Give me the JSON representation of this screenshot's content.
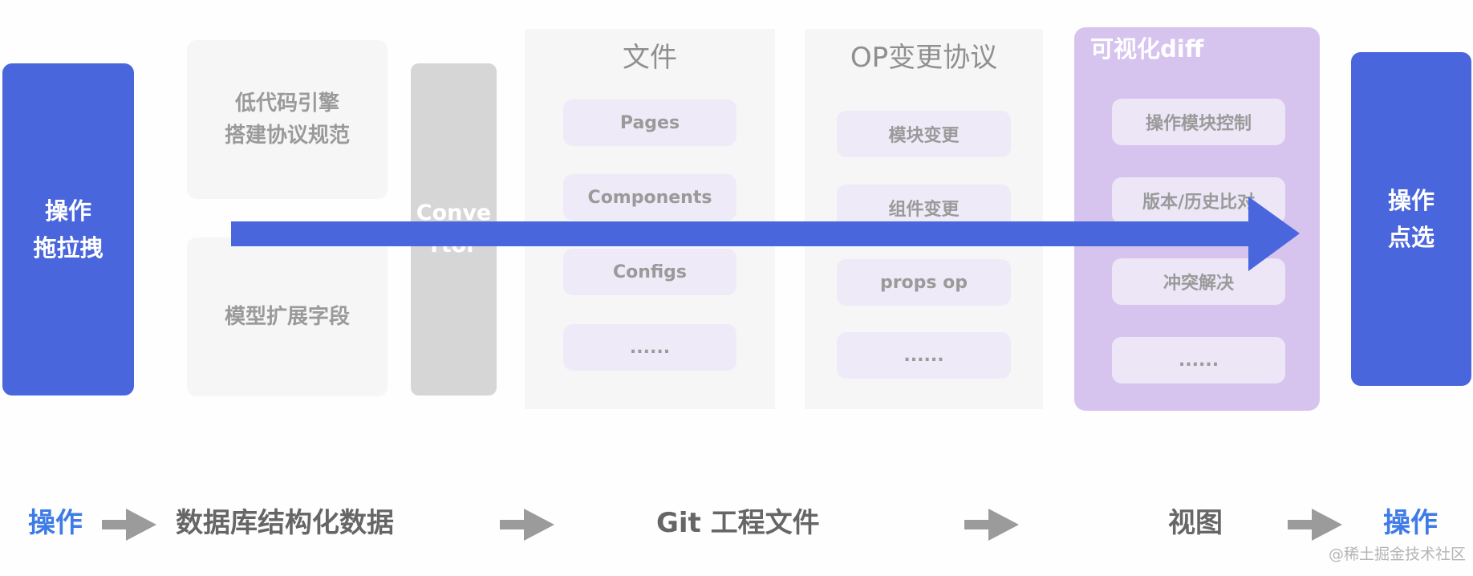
{
  "left_box": {
    "lines": [
      "操作",
      "拖拉拽"
    ]
  },
  "engine_card": {
    "lines": [
      "低代码引擎",
      "搭建协议规范"
    ]
  },
  "model_card": {
    "lines": [
      "模型扩展字段"
    ]
  },
  "converter": {
    "lines": [
      "Conve",
      "rtor"
    ]
  },
  "files_column": {
    "title": "文件",
    "items": [
      "Pages",
      "Components",
      "Configs",
      "......"
    ]
  },
  "op_column": {
    "title": "OP变更协议",
    "items": [
      "模块变更",
      "组件变更",
      "props op",
      "......"
    ]
  },
  "visual_diff": {
    "title": "可视化diff",
    "items": [
      "操作模块控制",
      "版本/历史比对",
      "冲突解决",
      "......"
    ]
  },
  "right_box": {
    "lines": [
      "操作",
      "点选"
    ]
  },
  "bottom_flow": {
    "start": "操作",
    "database": "数据库结构化数据",
    "git": "Git 工程文件",
    "view": "视图",
    "end": "操作"
  },
  "watermark": "@稀土掘金技术社区",
  "colors": {
    "primary_blue": "#4a66dc",
    "bottom_blue": "#3e7be6",
    "card_grey": "#f6f6f6",
    "converter_grey": "#d6d6d6",
    "purple_panel": "#d6c4ef",
    "pill_purple": "#efeaf7",
    "arrow_grey": "#9b9b9b"
  }
}
